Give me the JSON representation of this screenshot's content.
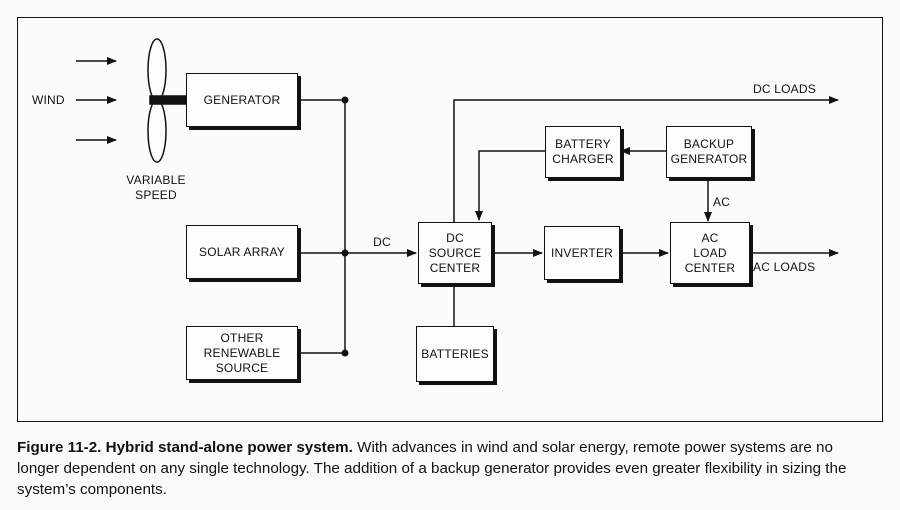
{
  "diagram": {
    "inputs": {
      "wind": "WIND",
      "variable_speed": "VARIABLE\nSPEED"
    },
    "boxes": {
      "generator": "GENERATOR",
      "solar_array": "SOLAR  ARRAY",
      "other_renewable": "OTHER\nRENEWABLE\nSOURCE",
      "dc_source_center": "DC\nSOURCE\nCENTER",
      "batteries": "BATTERIES",
      "battery_charger": "BATTERY\nCHARGER",
      "backup_generator": "BACKUP\nGENERATOR",
      "inverter": "INVERTER",
      "ac_load_center": "AC\nLOAD\nCENTER"
    },
    "flow_labels": {
      "dc": "DC",
      "ac": "AC",
      "dc_loads": "DC LOADS",
      "ac_loads": "AC LOADS"
    }
  },
  "caption": {
    "title": "Figure 11-2. Hybrid stand-alone power system.",
    "text": " With advances in wind and solar energy, remote power systems are no longer dependent on any single technology. The addition of a backup generator provides even greater flexibility in sizing the system’s components."
  }
}
